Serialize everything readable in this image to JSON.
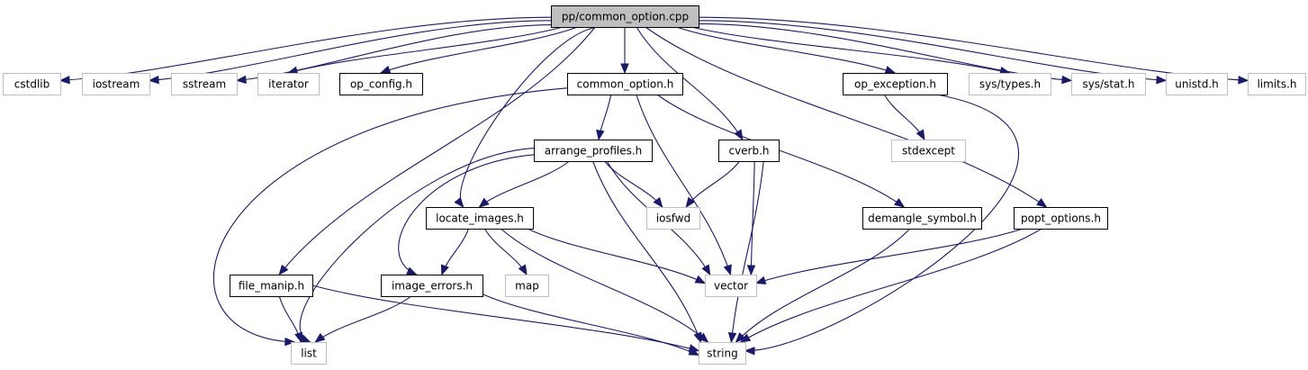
{
  "graph": {
    "title": "pp/common_option.cpp",
    "colors": {
      "edge": "#191970",
      "root_fill": "#bfbfbf",
      "root_stroke": "#000000",
      "documented_stroke": "#000000",
      "external_stroke": "#bfbfbf",
      "node_fill": "#ffffff"
    },
    "nodes": [
      {
        "id": "root",
        "label": "pp/common_option.cpp",
        "kind": "root"
      },
      {
        "id": "cstdlib",
        "label": "cstdlib",
        "kind": "external"
      },
      {
        "id": "iostream",
        "label": "iostream",
        "kind": "external"
      },
      {
        "id": "sstream",
        "label": "sstream",
        "kind": "external"
      },
      {
        "id": "iterator",
        "label": "iterator",
        "kind": "external"
      },
      {
        "id": "op_config",
        "label": "op_config.h",
        "kind": "documented"
      },
      {
        "id": "common_option",
        "label": "common_option.h",
        "kind": "documented"
      },
      {
        "id": "op_exception",
        "label": "op_exception.h",
        "kind": "documented"
      },
      {
        "id": "sys_types",
        "label": "sys/types.h",
        "kind": "external"
      },
      {
        "id": "sys_stat",
        "label": "sys/stat.h",
        "kind": "external"
      },
      {
        "id": "unistd",
        "label": "unistd.h",
        "kind": "external"
      },
      {
        "id": "limits",
        "label": "limits.h",
        "kind": "external"
      },
      {
        "id": "stdexcept",
        "label": "stdexcept",
        "kind": "external"
      },
      {
        "id": "arrange_profiles",
        "label": "arrange_profiles.h",
        "kind": "documented"
      },
      {
        "id": "cverb",
        "label": "cverb.h",
        "kind": "documented"
      },
      {
        "id": "locate_images",
        "label": "locate_images.h",
        "kind": "documented"
      },
      {
        "id": "iosfwd",
        "label": "iosfwd",
        "kind": "external"
      },
      {
        "id": "demangle_symbol",
        "label": "demangle_symbol.h",
        "kind": "documented"
      },
      {
        "id": "popt_options",
        "label": "popt_options.h",
        "kind": "documented"
      },
      {
        "id": "file_manip",
        "label": "file_manip.h",
        "kind": "documented"
      },
      {
        "id": "image_errors",
        "label": "image_errors.h",
        "kind": "documented"
      },
      {
        "id": "map",
        "label": "map",
        "kind": "external"
      },
      {
        "id": "vector",
        "label": "vector",
        "kind": "external"
      },
      {
        "id": "list",
        "label": "list",
        "kind": "external"
      },
      {
        "id": "string",
        "label": "string",
        "kind": "external"
      }
    ],
    "edges": [
      {
        "from": "root",
        "to": "cstdlib"
      },
      {
        "from": "root",
        "to": "iostream"
      },
      {
        "from": "root",
        "to": "sstream"
      },
      {
        "from": "root",
        "to": "iterator"
      },
      {
        "from": "root",
        "to": "op_config"
      },
      {
        "from": "root",
        "to": "common_option"
      },
      {
        "from": "root",
        "to": "op_exception"
      },
      {
        "from": "root",
        "to": "sys_types"
      },
      {
        "from": "root",
        "to": "sys_stat"
      },
      {
        "from": "root",
        "to": "unistd"
      },
      {
        "from": "root",
        "to": "limits"
      },
      {
        "from": "root",
        "to": "cverb"
      },
      {
        "from": "root",
        "to": "locate_images"
      },
      {
        "from": "root",
        "to": "file_manip"
      },
      {
        "from": "root",
        "to": "popt_options"
      },
      {
        "from": "common_option",
        "to": "arrange_profiles"
      },
      {
        "from": "common_option",
        "to": "demangle_symbol"
      },
      {
        "from": "common_option",
        "to": "vector"
      },
      {
        "from": "common_option",
        "to": "list"
      },
      {
        "from": "op_exception",
        "to": "stdexcept"
      },
      {
        "from": "op_exception",
        "to": "string"
      },
      {
        "from": "arrange_profiles",
        "to": "locate_images"
      },
      {
        "from": "arrange_profiles",
        "to": "iosfwd"
      },
      {
        "from": "arrange_profiles",
        "to": "image_errors"
      },
      {
        "from": "arrange_profiles",
        "to": "list"
      },
      {
        "from": "arrange_profiles",
        "to": "vector"
      },
      {
        "from": "arrange_profiles",
        "to": "string"
      },
      {
        "from": "cverb",
        "to": "iosfwd"
      },
      {
        "from": "cverb",
        "to": "vector"
      },
      {
        "from": "cverb",
        "to": "string"
      },
      {
        "from": "locate_images",
        "to": "image_errors"
      },
      {
        "from": "locate_images",
        "to": "map"
      },
      {
        "from": "locate_images",
        "to": "vector"
      },
      {
        "from": "locate_images",
        "to": "string"
      },
      {
        "from": "demangle_symbol",
        "to": "string"
      },
      {
        "from": "popt_options",
        "to": "vector"
      },
      {
        "from": "popt_options",
        "to": "string"
      },
      {
        "from": "file_manip",
        "to": "list"
      },
      {
        "from": "file_manip",
        "to": "string"
      },
      {
        "from": "image_errors",
        "to": "list"
      },
      {
        "from": "image_errors",
        "to": "string"
      }
    ]
  }
}
